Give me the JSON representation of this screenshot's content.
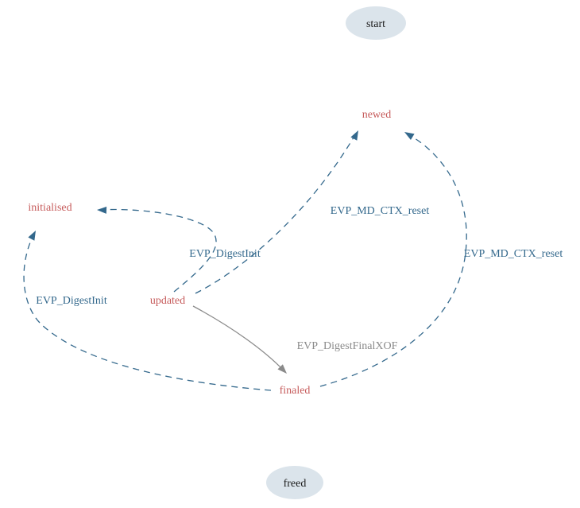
{
  "nodes": {
    "start": {
      "label": "start"
    },
    "newed": {
      "label": "newed"
    },
    "initialised": {
      "label": "initialised"
    },
    "updated": {
      "label": "updated"
    },
    "finaled": {
      "label": "finaled"
    },
    "freed": {
      "label": "freed"
    }
  },
  "edges": {
    "updated_to_newed": {
      "label": "EVP_MD_CTX_reset",
      "style": "dashed"
    },
    "finaled_to_newed": {
      "label": "EVP_MD_CTX_reset",
      "style": "dashed"
    },
    "updated_to_initialised": {
      "label": "EVP_DigestInit",
      "style": "dashed"
    },
    "finaled_to_initialised": {
      "label": "EVP_DigestInit",
      "style": "dashed"
    },
    "updated_to_finaled": {
      "label": "EVP_DigestFinalXOF",
      "style": "solid"
    }
  },
  "colors": {
    "state_text": "#c65b5b",
    "transition_blue": "#33688c",
    "highlight_gray": "#8a8a8a",
    "node_fill": "#dbe4eb",
    "node_text": "#1a1a1a",
    "background": "#ffffff"
  }
}
